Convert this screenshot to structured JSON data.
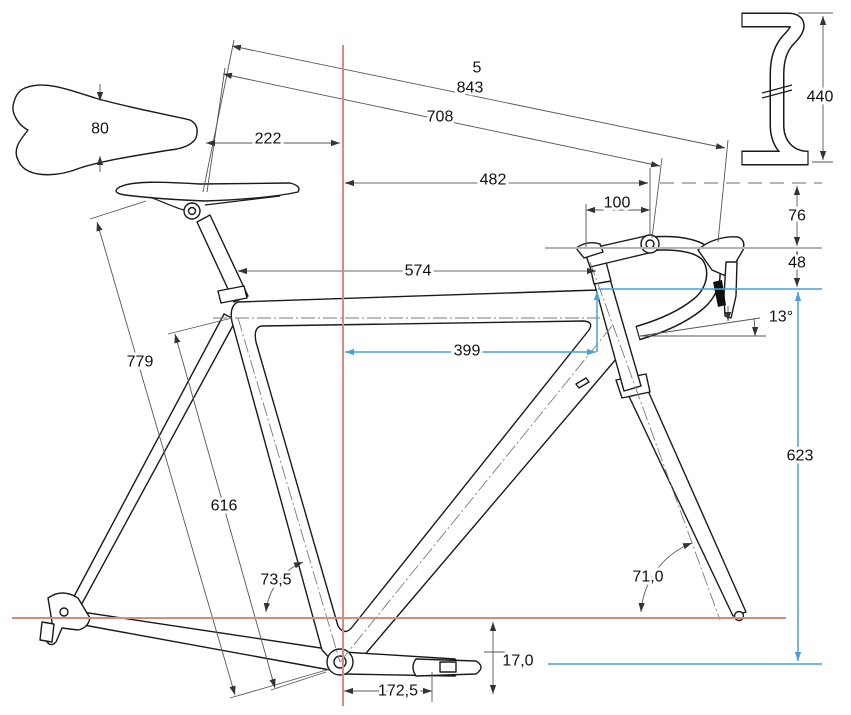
{
  "labels": {
    "d5": "5",
    "d843": "843",
    "d708": "708",
    "d222": "222",
    "d80": "80",
    "d440": "440",
    "d482": "482",
    "d100": "100",
    "d76": "76",
    "d574": "574",
    "d48": "48",
    "d13": "13°",
    "d399": "399",
    "d779": "779",
    "d623": "623",
    "d616": "616",
    "d73_5": "73,5",
    "d71_0": "71,0",
    "d17_0": "17,0",
    "d172_5": "172,5"
  },
  "colors": {
    "reference_red": "#d98a7e",
    "dimension_blue": "#4a9fd6",
    "outline": "#1a1a1a"
  }
}
